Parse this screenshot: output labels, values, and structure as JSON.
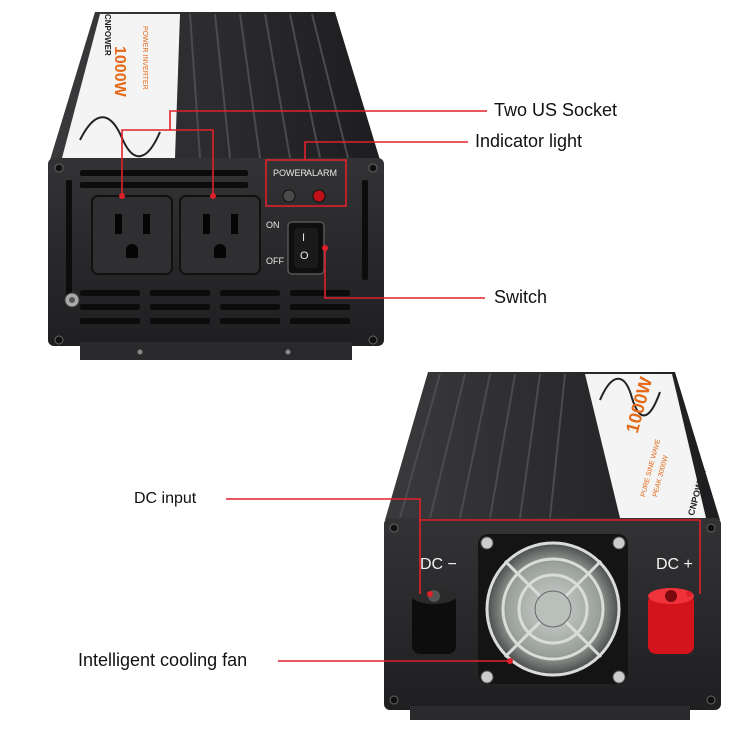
{
  "callouts": {
    "socket": "Two US Socket",
    "indicator": "Indicator light",
    "switch": "Switch",
    "dc_input": "DC input",
    "fan": "Intelligent cooling fan"
  },
  "front_panel": {
    "power": "POWER",
    "alarm": "ALARM",
    "on": "ON",
    "off": "OFF",
    "switch_on_mark": "I",
    "switch_off_mark": "O"
  },
  "top_label": {
    "wattage": "1000W",
    "line1": "POWER INVERTER",
    "line2": "PURE SINE WAVE",
    "peak": "PEAK 3000W",
    "brand": "CNPOWER"
  },
  "rear_panel": {
    "dc_minus": "DC −",
    "dc_plus": "DC +"
  },
  "colors": {
    "callout_line": "#e0202a",
    "body": "#1c1c1e",
    "panel": "#2a2a2c",
    "red_terminal": "#d4141c",
    "black_terminal": "#0d0d0d"
  }
}
